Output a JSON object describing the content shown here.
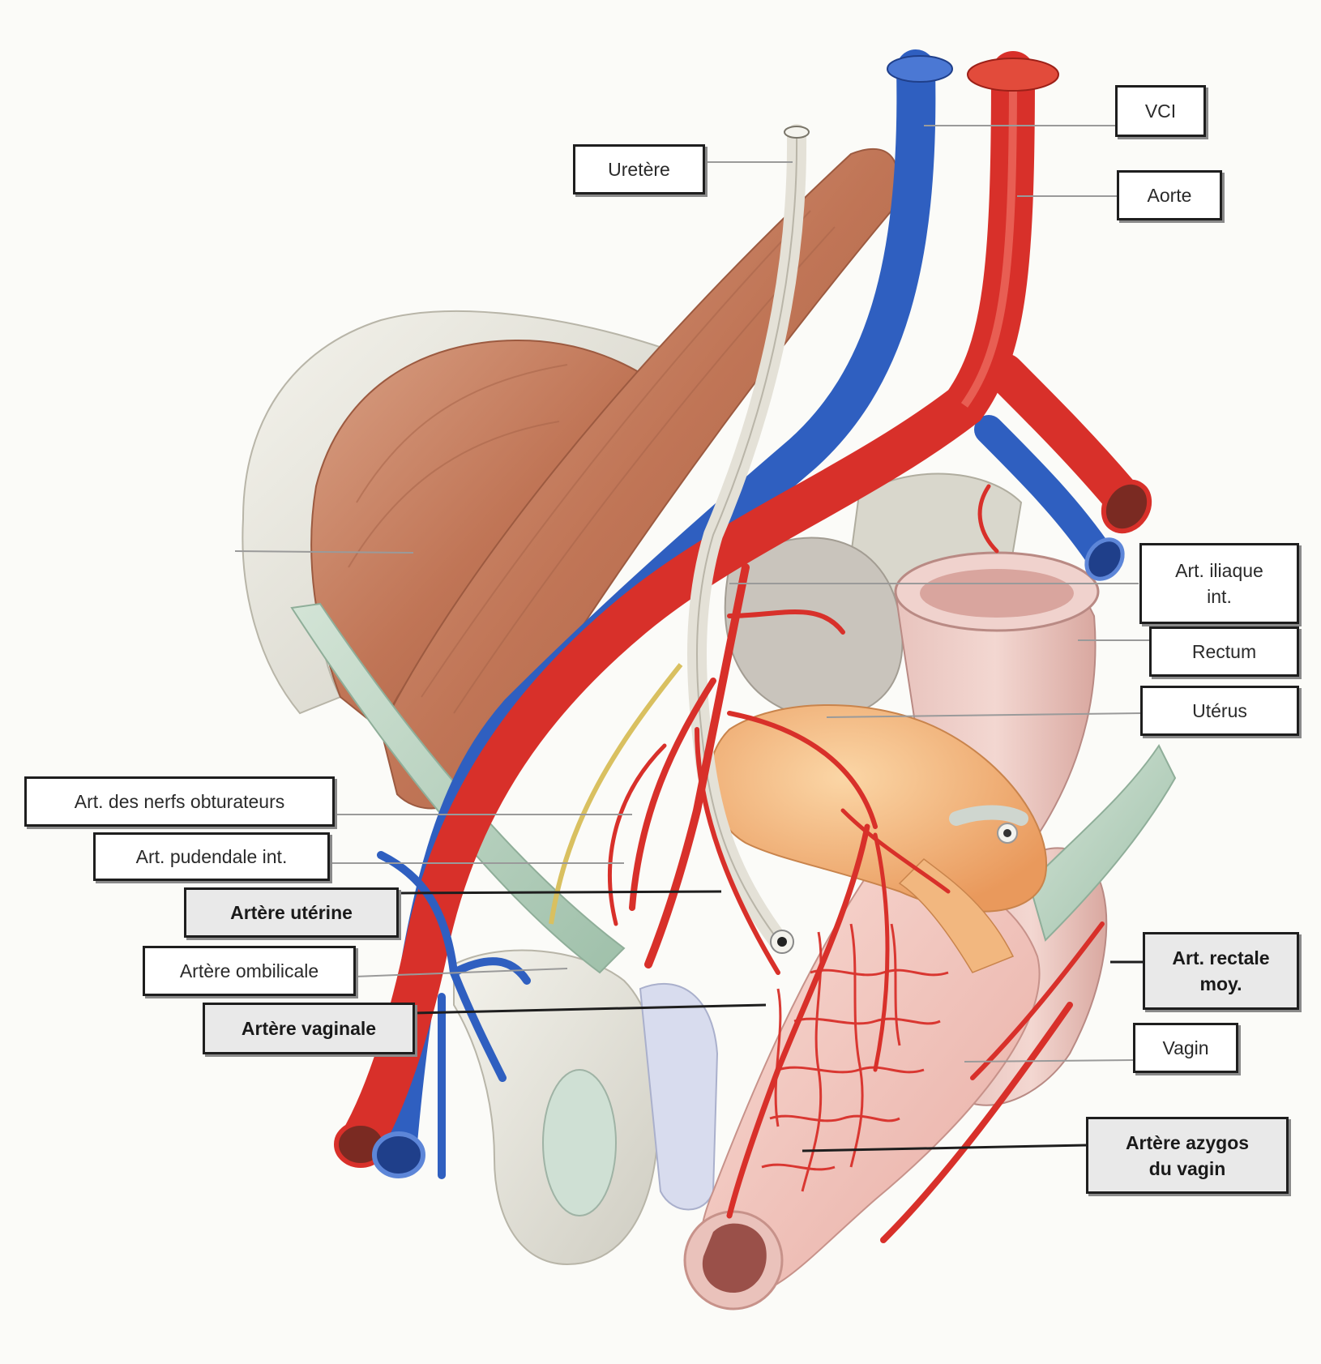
{
  "labels": {
    "vci": "VCI",
    "aorte": "Aorte",
    "uretere": "Uretère",
    "art_iliaque_line1": "Art. iliaque",
    "art_iliaque_line2": "int.",
    "rectum": "Rectum",
    "uterus": "Utérus",
    "art_nerfs_obturateurs": "Art. des nerfs obturateurs",
    "art_pudendale": "Art. pudendale int.",
    "artere_uterine": "Artère utérine",
    "artere_ombilicale": "Artère ombilicale",
    "artere_vaginale": "Artère vaginale",
    "art_rectale_line1": "Art. rectale",
    "art_rectale_line2": "moy.",
    "vagin": "Vagin",
    "artere_azygos_line1": "Artère azygos",
    "artere_azygos_line2": "du vagin"
  },
  "colors": {
    "artery": "#d8302a",
    "vein": "#2f5fc0",
    "muscle": "#c98466",
    "bone": "#e6e4da",
    "uterus": "#f0b27a",
    "vagina": "#f1c3bd",
    "ligament": "#b9d3c1"
  }
}
